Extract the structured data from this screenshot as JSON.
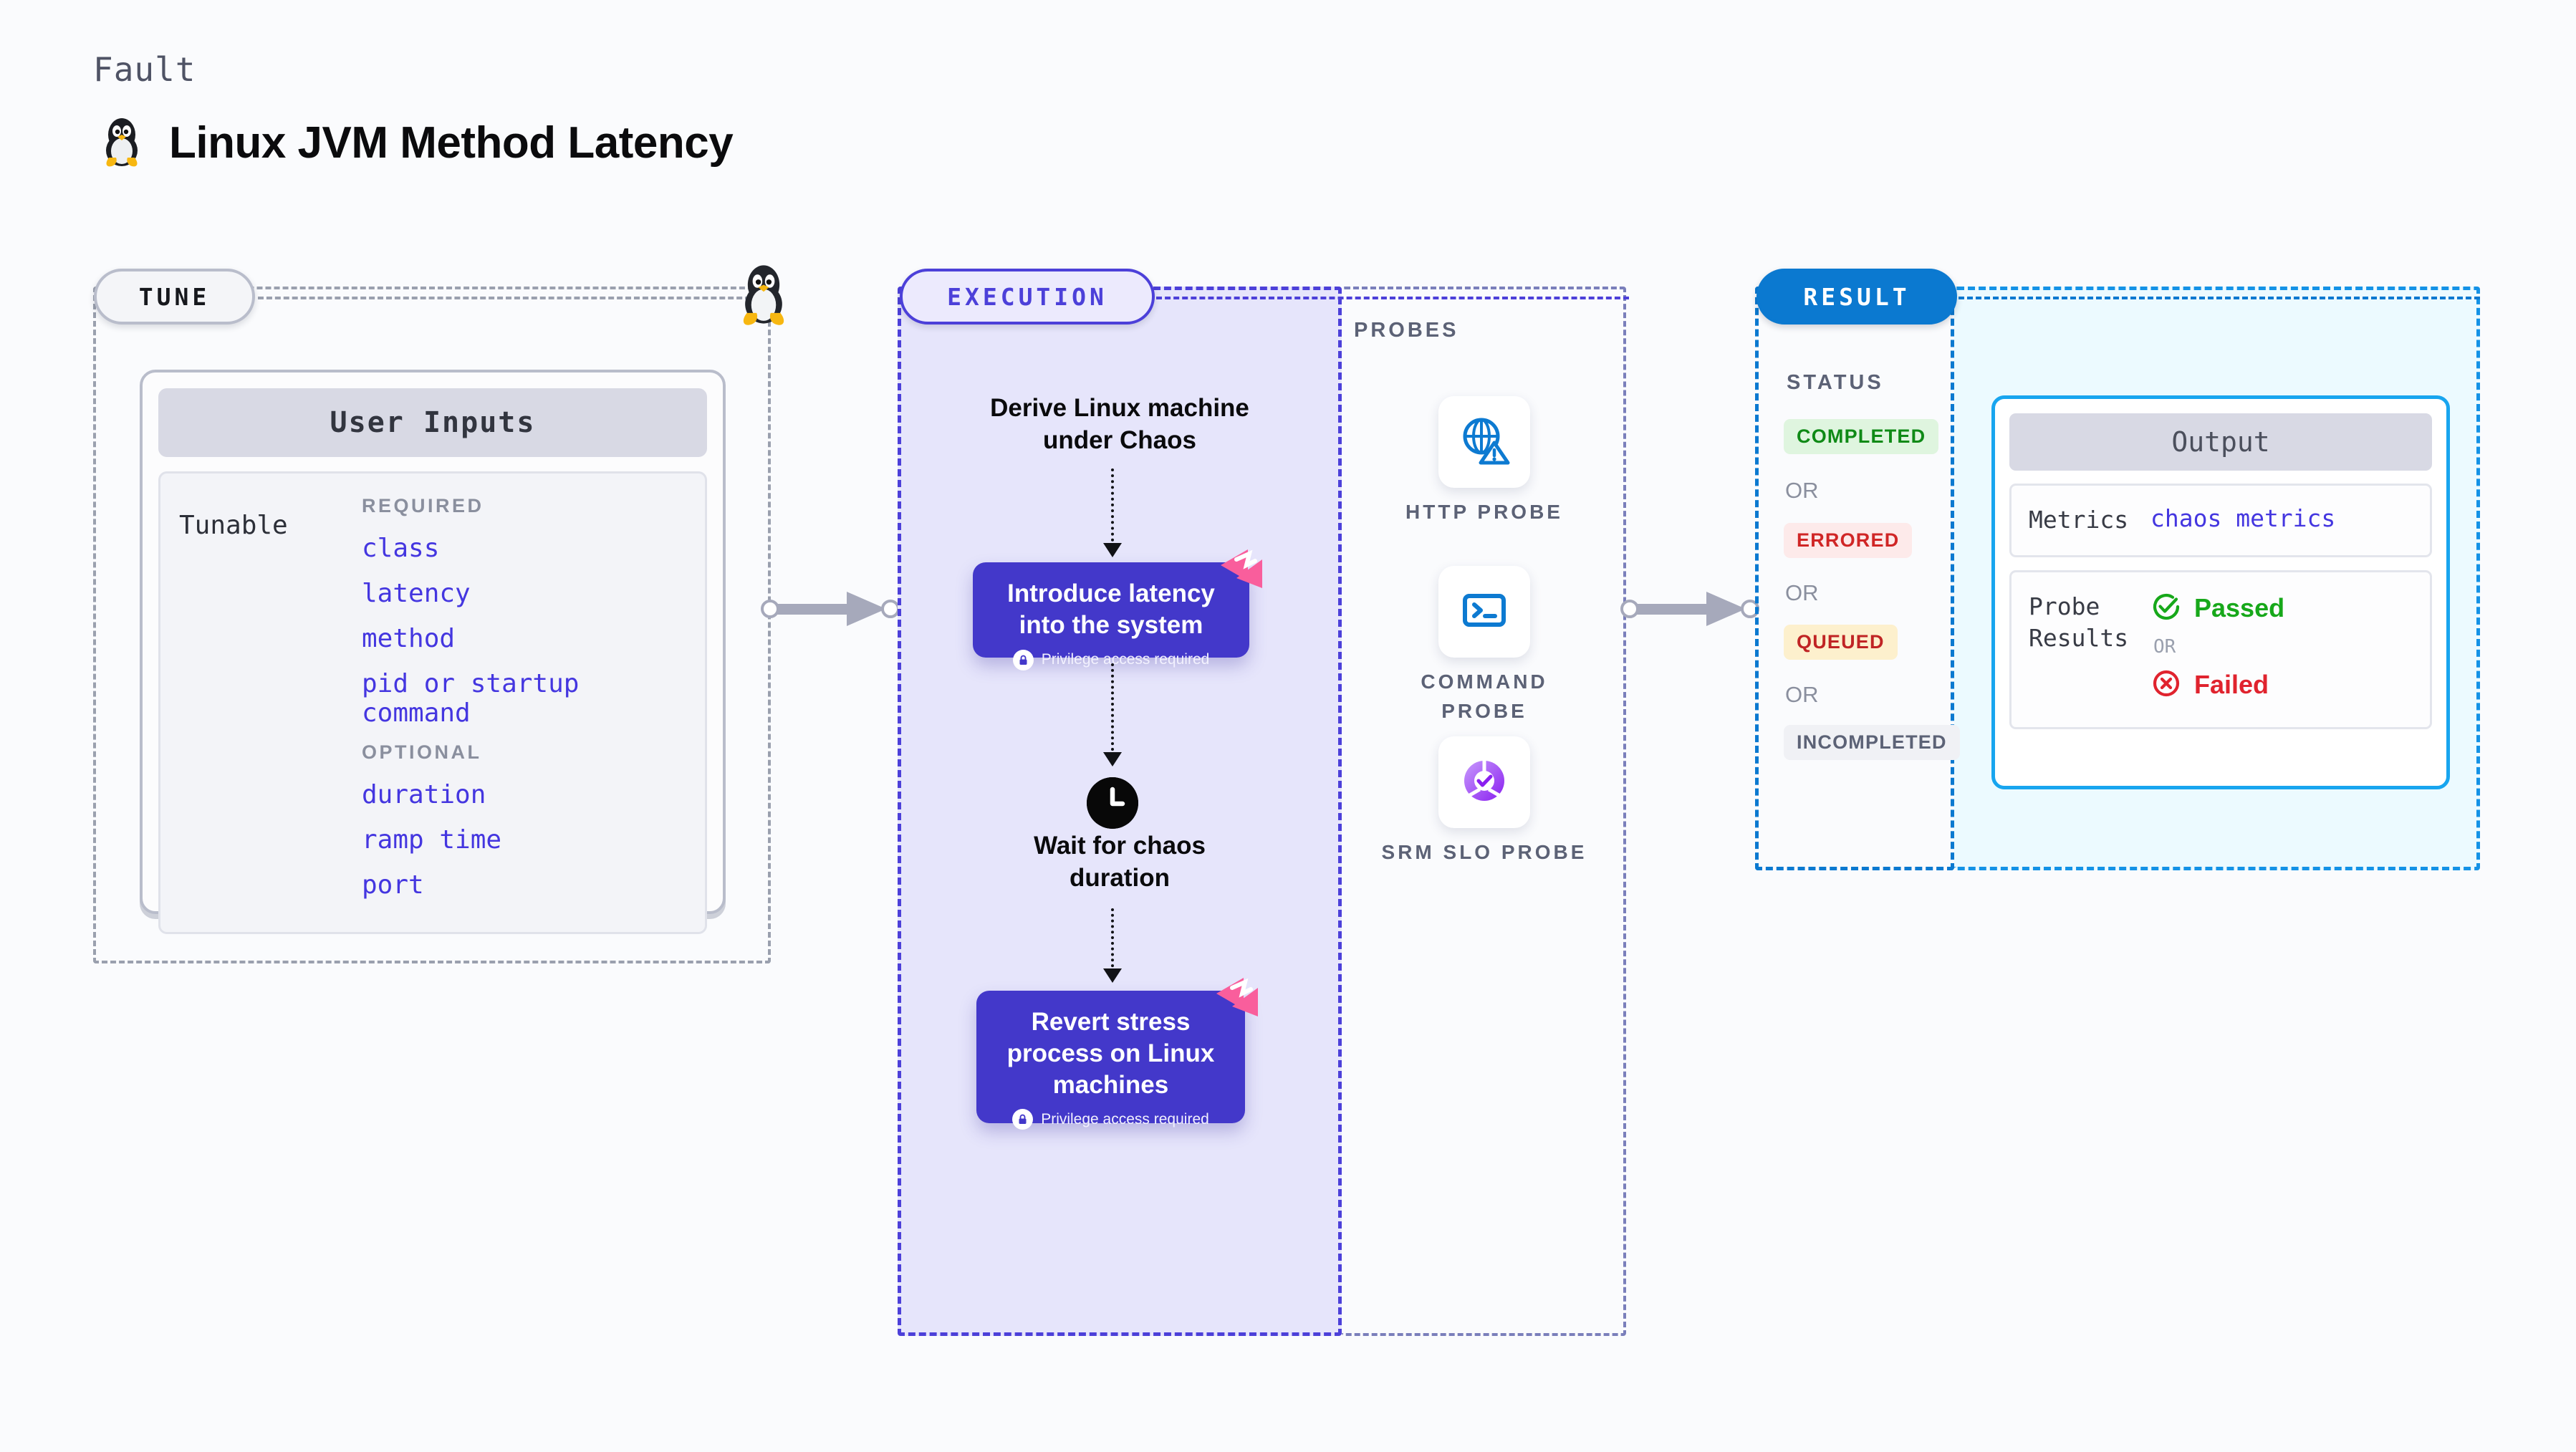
{
  "header": {
    "kicker": "Fault",
    "title": "Linux JVM Method Latency",
    "logo_icon": "linux-tux-icon"
  },
  "stages": {
    "tune": {
      "label": "TUNE"
    },
    "execution": {
      "label": "EXECUTION"
    },
    "result": {
      "label": "RESULT"
    },
    "probes": {
      "label": "PROBES"
    },
    "status": {
      "label": "STATUS"
    }
  },
  "tune": {
    "card_title": "User Inputs",
    "row_label": "Tunable",
    "groups": [
      {
        "title": "REQUIRED",
        "items": [
          "class",
          "latency",
          "method",
          "pid or startup command"
        ]
      },
      {
        "title": "OPTIONAL",
        "items": [
          "duration",
          "ramp time",
          "port"
        ]
      }
    ]
  },
  "execution": {
    "steps": [
      {
        "type": "text",
        "label": "Derive Linux machine\nunder Chaos"
      },
      {
        "type": "node",
        "label": "Introduce latency\ninto the system",
        "sub": "Privilege access required",
        "badge": "harness-chaos-icon",
        "lock": "lock-icon"
      },
      {
        "type": "wait",
        "label": "Wait for chaos\nduration",
        "icon": "clock-icon"
      },
      {
        "type": "node",
        "label": "Revert stress\nprocess on Linux\nmachines",
        "sub": "Privilege access required",
        "badge": "harness-chaos-icon",
        "lock": "lock-icon"
      }
    ]
  },
  "probes": [
    {
      "name": "HTTP PROBE",
      "icon": "globe-warning-icon"
    },
    {
      "name": "COMMAND PROBE",
      "icon": "terminal-icon"
    },
    {
      "name": "SRM SLO PROBE",
      "icon": "slo-donut-check-icon"
    }
  ],
  "result": {
    "statuses": [
      {
        "label": "COMPLETED",
        "bg": "#dff5df",
        "fg": "#0f8a16"
      },
      {
        "label": "ERRORED",
        "bg": "#fdeaea",
        "fg": "#d02626"
      },
      {
        "label": "QUEUED",
        "bg": "#fdf0cd",
        "fg": "#c02424"
      },
      {
        "label": "INCOMPLETED",
        "bg": "#f0f1f5",
        "fg": "#5c6276"
      }
    ],
    "or_label": "OR"
  },
  "output": {
    "title": "Output",
    "rows": [
      {
        "key": "Metrics",
        "value": "chaos metrics"
      },
      {
        "key": "Probe\nResults",
        "passed": "Passed",
        "or_label": "OR",
        "failed": "Failed",
        "passed_icon": "check-circle-icon",
        "failed_icon": "x-circle-icon"
      }
    ]
  },
  "colors": {
    "accent_purple": "#4338ca",
    "accent_blue": "#0b79d0",
    "accent_cyan": "#18a5ef",
    "pink_badge": "#f95e9c",
    "probe_blue": "#0d7ad1",
    "slo_purple": "#9b3ff5",
    "pass_green": "#17a81a",
    "fail_red": "#e0232e"
  }
}
